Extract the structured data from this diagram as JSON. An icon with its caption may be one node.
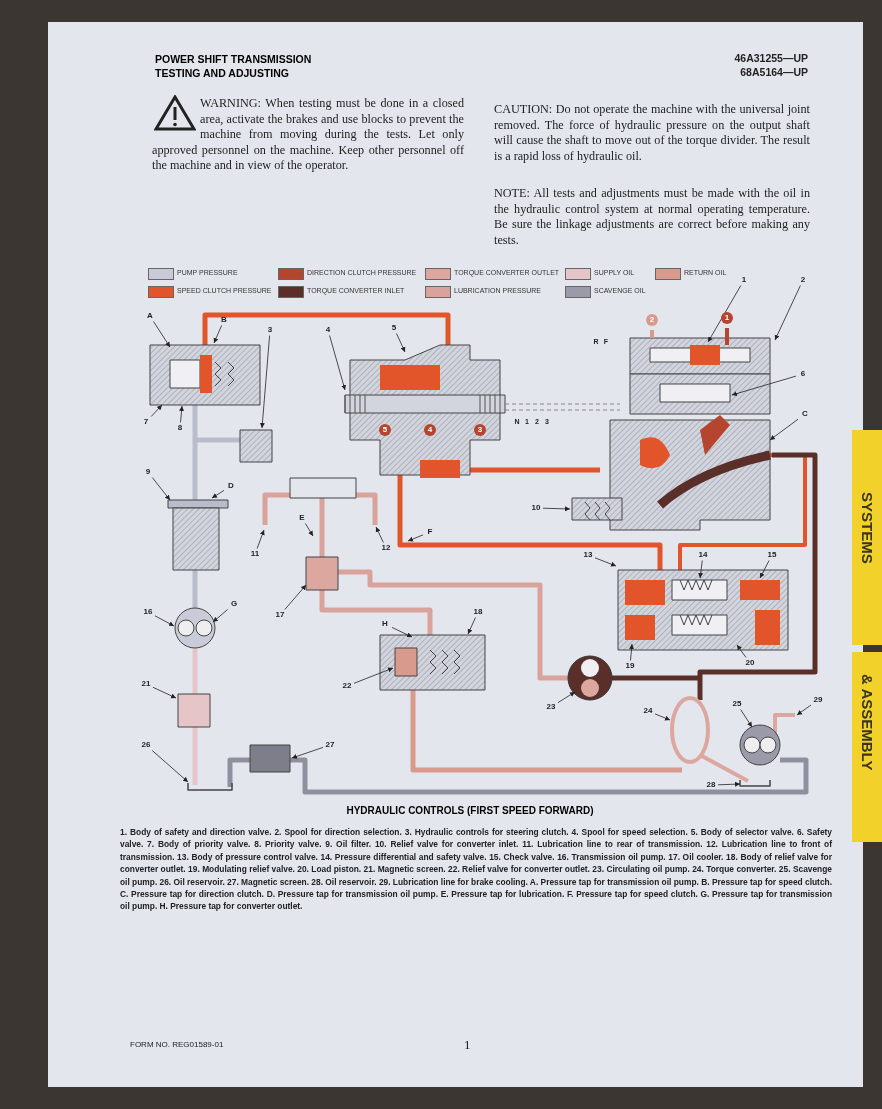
{
  "diagram": {
    "title": "POWER SHIFT TRANSMISSION TESTING AND ADJUSTING",
    "caption": "HYDRAULIC CONTROLS (FIRST SPEED FORWARD)",
    "nodes": [
      {
        "text": [
          "1"
        ]
      },
      {
        "text": [
          "2"
        ]
      },
      {
        "text": [
          "A"
        ]
      },
      {
        "text": [
          "B"
        ]
      },
      {
        "text": [
          "5"
        ]
      },
      {
        "text": [
          "3"
        ]
      },
      {
        "text": [
          "4"
        ]
      },
      {
        "text": [
          "6"
        ]
      },
      {
        "text": [
          "7"
        ]
      },
      {
        "text": [
          "C"
        ]
      },
      {
        "text": [
          "8"
        ]
      },
      {
        "text": [
          "9"
        ]
      },
      {
        "text": [
          "D"
        ]
      },
      {
        "text": [
          "10"
        ]
      },
      {
        "text": [
          "E"
        ]
      },
      {
        "text": [
          "F"
        ]
      },
      {
        "text": [
          "11"
        ]
      },
      {
        "text": [
          "12"
        ]
      },
      {
        "text": [
          "13"
        ]
      },
      {
        "text": [
          "14"
        ]
      },
      {
        "text": [
          "15"
        ]
      },
      {
        "text": [
          "G"
        ]
      },
      {
        "text": [
          "16"
        ]
      },
      {
        "text": [
          "17"
        ]
      },
      {
        "text": [
          "18"
        ]
      },
      {
        "text": [
          "H"
        ]
      },
      {
        "text": [
          "19"
        ]
      },
      {
        "text": [
          "20"
        ]
      },
      {
        "text": [
          "21"
        ]
      },
      {
        "text": [
          "22"
        ]
      },
      {
        "text": [
          "23"
        ]
      },
      {
        "text": [
          "24"
        ]
      },
      {
        "text": [
          "25"
        ]
      },
      {
        "text": [
          "26"
        ]
      },
      {
        "text": [
          "27"
        ]
      },
      {
        "text": [
          "28"
        ]
      },
      {
        "text": [
          "29"
        ]
      }
    ],
    "edges": [
      {
        "from": 0,
        "to": null,
        "arrow": "to"
      },
      {
        "from": 1,
        "to": null,
        "arrow": "to"
      },
      {
        "from": 2,
        "to": null,
        "arrow": "to"
      },
      {
        "from": 3,
        "to": null,
        "arrow": "to"
      },
      {
        "from": 4,
        "to": null,
        "arrow": "to"
      },
      {
        "from": 5,
        "to": null,
        "arrow": "to"
      },
      {
        "from": 6,
        "to": null,
        "arrow": "to"
      },
      {
        "from": 7,
        "to": null,
        "arrow": "to"
      },
      {
        "from": 8,
        "to": null,
        "arrow": "to"
      },
      {
        "from": 9,
        "to": null,
        "arrow": "to"
      },
      {
        "from": 10,
        "to": null,
        "arrow": "to"
      },
      {
        "from": 11,
        "to": null,
        "arrow": "to"
      },
      {
        "from": 12,
        "to": null,
        "arrow": "to"
      },
      {
        "from": 13,
        "to": null,
        "arrow": "to"
      },
      {
        "from": 14,
        "to": null,
        "arrow": "to"
      },
      {
        "from": 15,
        "to": null,
        "arrow": "to"
      },
      {
        "from": 16,
        "to": null,
        "arrow": "to"
      },
      {
        "from": 17,
        "to": null,
        "arrow": "to"
      },
      {
        "from": 18,
        "to": null,
        "arrow": "to"
      },
      {
        "from": 19,
        "to": null,
        "arrow": "to"
      },
      {
        "from": 20,
        "to": null,
        "arrow": "to"
      },
      {
        "from": 21,
        "to": null,
        "arrow": "to"
      },
      {
        "from": 22,
        "to": null,
        "arrow": "to"
      },
      {
        "from": 23,
        "to": null,
        "arrow": "to"
      },
      {
        "from": 24,
        "to": null,
        "arrow": "to"
      },
      {
        "from": 25,
        "to": null,
        "arrow": "to"
      },
      {
        "from": 26,
        "to": null,
        "arrow": "to"
      },
      {
        "from": 27,
        "to": null,
        "arrow": "to"
      },
      {
        "from": 28,
        "to": null,
        "arrow": "to"
      },
      {
        "from": 29,
        "to": null,
        "arrow": "to"
      },
      {
        "from": 30,
        "to": null,
        "arrow": "to"
      },
      {
        "from": 31,
        "to": null,
        "arrow": "to"
      },
      {
        "from": 32,
        "to": null,
        "arrow": "to"
      },
      {
        "from": 33,
        "to": null,
        "arrow": "to"
      },
      {
        "from": 34,
        "to": null,
        "arrow": "to"
      },
      {
        "from": 35,
        "to": null,
        "arrow": "to"
      },
      {
        "from": 36,
        "to": null,
        "arrow": "to"
      }
    ],
    "labels": [
      "46A31255—UP",
      "68A5164—UP",
      "WARNING: When testing must be done in a closed area, activate the brakes and use blocks to prevent the machine from moving during the tests. Let only approved personnel on the machine. Keep other personnel off the machine and in view of the operator.",
      "CAUTION: Do not operate the machine with the universal joint removed. The force of hydraulic pressure on the output shaft will cause the shaft to move out of the torque divider. The result is a rapid loss of hydraulic oil.",
      "NOTE: All tests and adjustments must be made with the oil in the hydraulic control system at normal operating temperature. Be sure the linkage adjustments are correct before making any tests.",
      "2",
      "1",
      "R",
      "F",
      "5",
      "4",
      "3",
      "N",
      "1",
      "2",
      "3",
      "1. Body of safety and direction valve. 2. Spool for direction selection. 3. Hydraulic controls for steering clutch. 4. Spool for speed selection. 5. Body of selector valve. 6. Safety valve. 7. Body of priority valve. 8. Priority valve. 9. Oil filter. 10. Relief valve for converter inlet. 11. Lubrication line to rear of transmission. 12. Lubrication line to front of transmission. 13. Body of pressure control valve. 14. Pressure differential and safety valve. 15. Check valve. 16. Transmission oil pump. 17. Oil cooler. 18. Body of relief valve for converter outlet. 19. Modulating relief valve. 20. Load piston. 21. Magnetic screen. 22. Relief valve for converter outlet. 23. Circulating oil pump. 24. Torque converter. 25. Scavenge oil pump. 26. Oil reservoir. 27. Magnetic screen. 28. Oil reservoir. 29. Lubrication line for brake cooling. A. Pressure tap for transmission oil pump. B. Pressure tap for speed clutch. C. Pressure tap for direction clutch. D. Pressure tap for transmission oil pump. E. Pressure tap for lubrication. F. Pressure tap for speed clutch. G. Pressure tap for transmission oil pump. H. Pressure tap for converter outlet.",
      "FORM NO. REG01589-01",
      "1",
      "SYSTEMS",
      "& ASSEMBLY"
    ],
    "legend": [
      {
        "text": "PUMP PRESSURE",
        "color": "#c9ccd8"
      },
      {
        "text": "SPEED CLUTCH PRESSURE",
        "color": "#e2552a"
      },
      {
        "text": "DIRECTION CLUTCH PRESSURE",
        "color": "#b5452e"
      },
      {
        "text": "TORQUE CONVERTER INLET",
        "color": "#5a2f2a"
      },
      {
        "text": "TORQUE CONVERTER OUTLET",
        "color": "#dba79f"
      },
      {
        "text": "LUBRICATION PRESSURE",
        "color": "#d9a29a"
      },
      {
        "text": "SUPPLY OIL",
        "color": "#e6c5c8"
      },
      {
        "text": "SCAVENGE OIL",
        "color": "#9a9aa8"
      },
      {
        "text": "RETURN OIL",
        "color": "#d99a8e"
      }
    ]
  }
}
